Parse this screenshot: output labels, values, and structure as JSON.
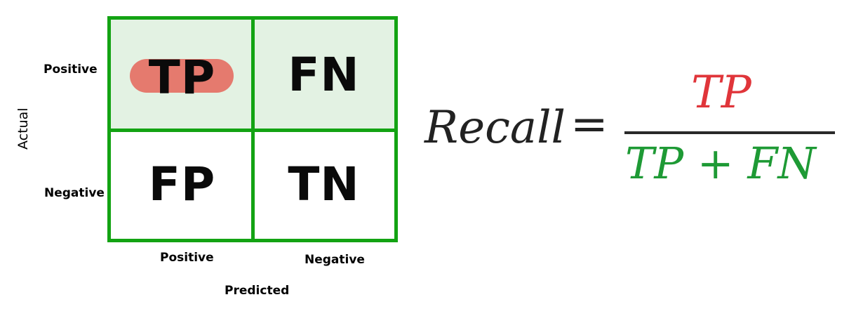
{
  "matrix": {
    "row_labels": {
      "positive": "Positive",
      "negative": "Negative"
    },
    "col_labels": {
      "positive": "Positive",
      "negative": "Negative"
    },
    "row_axis_title": "Actual",
    "col_axis_title": "Predicted",
    "cells": {
      "tp": "TP",
      "fn": "FN",
      "fp": "FP",
      "tn": "TN"
    },
    "colors": {
      "border": "#13a313",
      "highlight_row_fill": "#e3f2e3",
      "tp_highlight": "#e57a6e"
    }
  },
  "formula": {
    "lhs": "Recall",
    "equals": "=",
    "numerator": "TP",
    "denominator": "TP + FN",
    "colors": {
      "numerator": "#e0353a",
      "denominator": "#1e9a35"
    }
  }
}
